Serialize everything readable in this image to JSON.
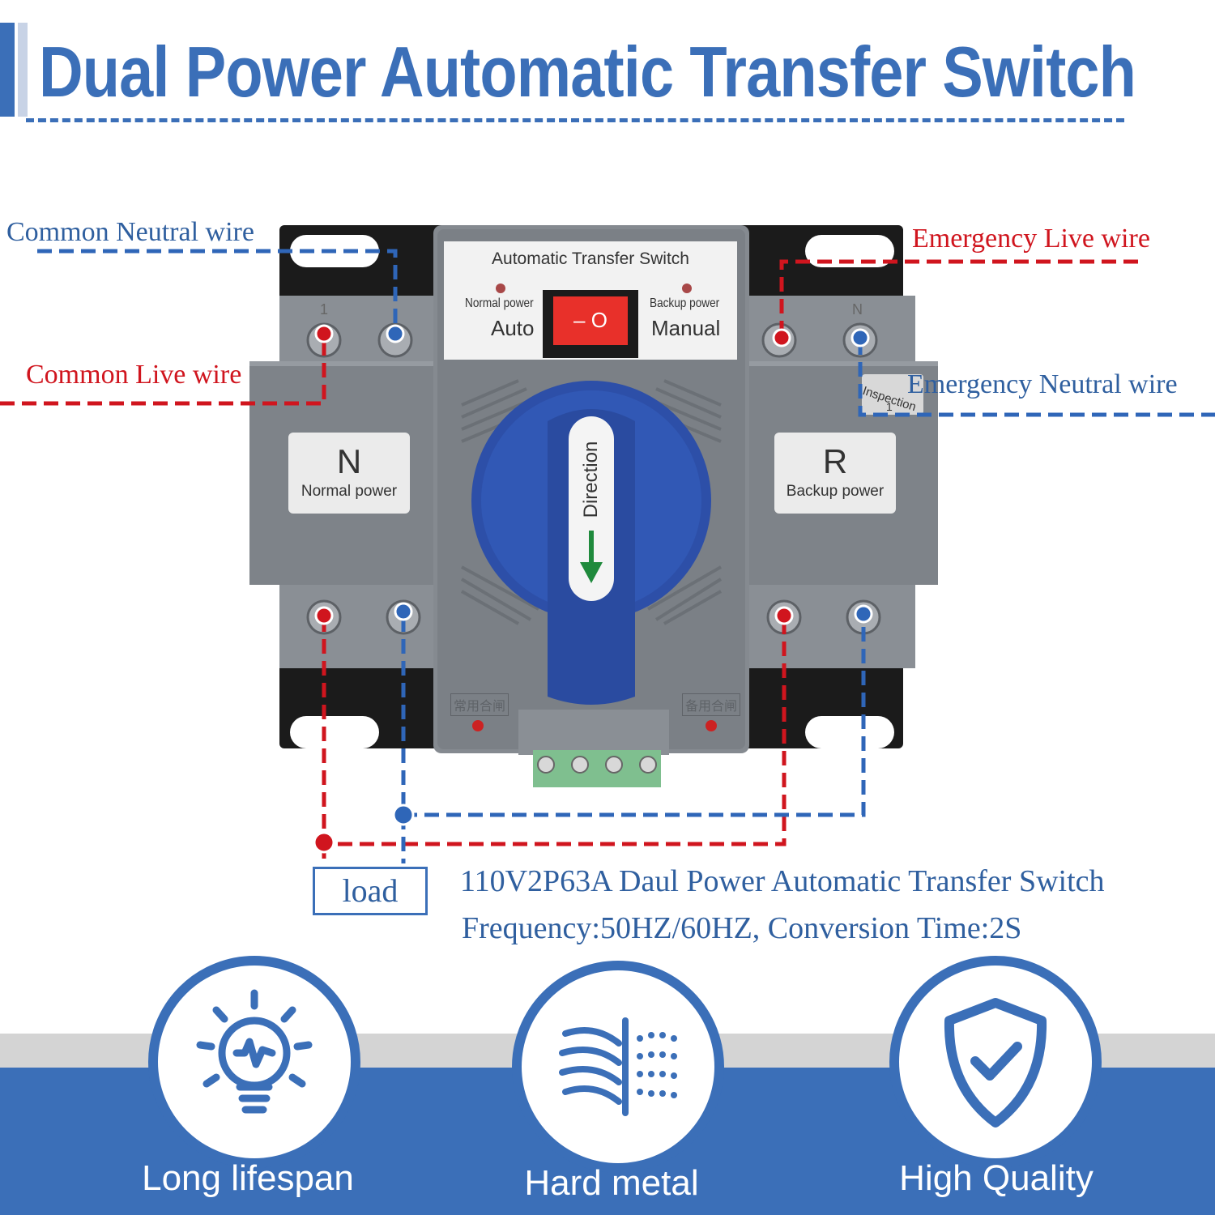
{
  "title": "Dual Power Automatic Transfer Switch",
  "wires": {
    "common_neutral": "Common Neutral wire",
    "common_live": "Common Live wire",
    "emergency_live": "Emergency Live wire",
    "emergency_neutral": "Emergency Neutral wire"
  },
  "device": {
    "panel_title": "Automatic Transfer Switch",
    "normal_power_small": "Normal power",
    "backup_power_small": "Backup power",
    "auto_label": "Auto",
    "manual_label": "Manual",
    "switch_symbols": "– O",
    "left_plate_letter": "N",
    "left_plate_text": "Normal power",
    "right_plate_letter": "R",
    "right_plate_text": "Backup power",
    "handle_text": "Direction",
    "terminal_top_left_mark": "1",
    "terminal_top_right_mark": "N",
    "inspection_sticker": "Inspection",
    "inspection_number": "1",
    "bottom_left_chinese": "常用合闸",
    "bottom_right_chinese": "备用合闸"
  },
  "load_label": "load",
  "specs": {
    "line1": "110V2P63A Daul Power Automatic Transfer Switch",
    "line2": "Frequency:50HZ/60HZ, Conversion Time:2S"
  },
  "features": [
    {
      "icon": "lightbulb-icon",
      "label": "Long lifespan"
    },
    {
      "icon": "metal-wind-icon",
      "label": "Hard metal"
    },
    {
      "icon": "shield-check-icon",
      "label": "High Quality"
    }
  ],
  "colors": {
    "brand_blue": "#3b6fb8",
    "wire_red": "#d0151e",
    "device_gray": "#7e8389",
    "handle_blue": "#2d4fa8",
    "switch_red": "#e8302a",
    "terminal_green": "#7fbf8f"
  }
}
